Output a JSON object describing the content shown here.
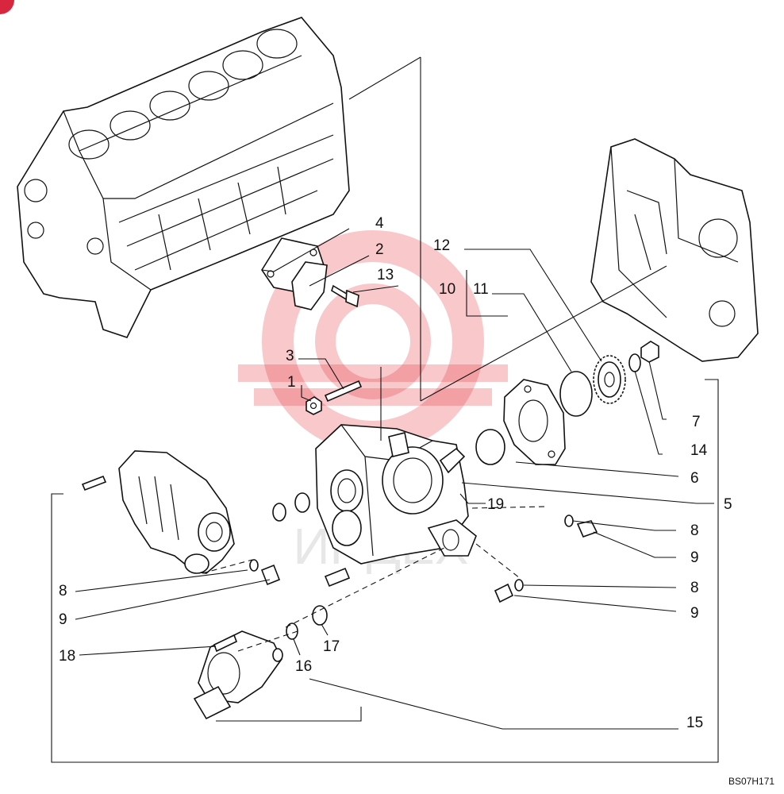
{
  "diagram": {
    "reference_code": "BS07H171",
    "watermark_text": "ИНДЕХ",
    "callouts": [
      {
        "id": "c4",
        "label": "4"
      },
      {
        "id": "c2",
        "label": "2"
      },
      {
        "id": "c13",
        "label": "13"
      },
      {
        "id": "c12",
        "label": "12"
      },
      {
        "id": "c10",
        "label": "10"
      },
      {
        "id": "c11",
        "label": "11"
      },
      {
        "id": "c3",
        "label": "3"
      },
      {
        "id": "c1",
        "label": "1"
      },
      {
        "id": "c7",
        "label": "7"
      },
      {
        "id": "c14",
        "label": "14"
      },
      {
        "id": "c6",
        "label": "6"
      },
      {
        "id": "c5",
        "label": "5"
      },
      {
        "id": "c19",
        "label": "19"
      },
      {
        "id": "c8a",
        "label": "8"
      },
      {
        "id": "c9a",
        "label": "9"
      },
      {
        "id": "c8b",
        "label": "8"
      },
      {
        "id": "c9b",
        "label": "9"
      },
      {
        "id": "c8c",
        "label": "8"
      },
      {
        "id": "c9c",
        "label": "9"
      },
      {
        "id": "c18",
        "label": "18"
      },
      {
        "id": "c16",
        "label": "16"
      },
      {
        "id": "c17",
        "label": "17"
      },
      {
        "id": "c15",
        "label": "15"
      }
    ]
  }
}
